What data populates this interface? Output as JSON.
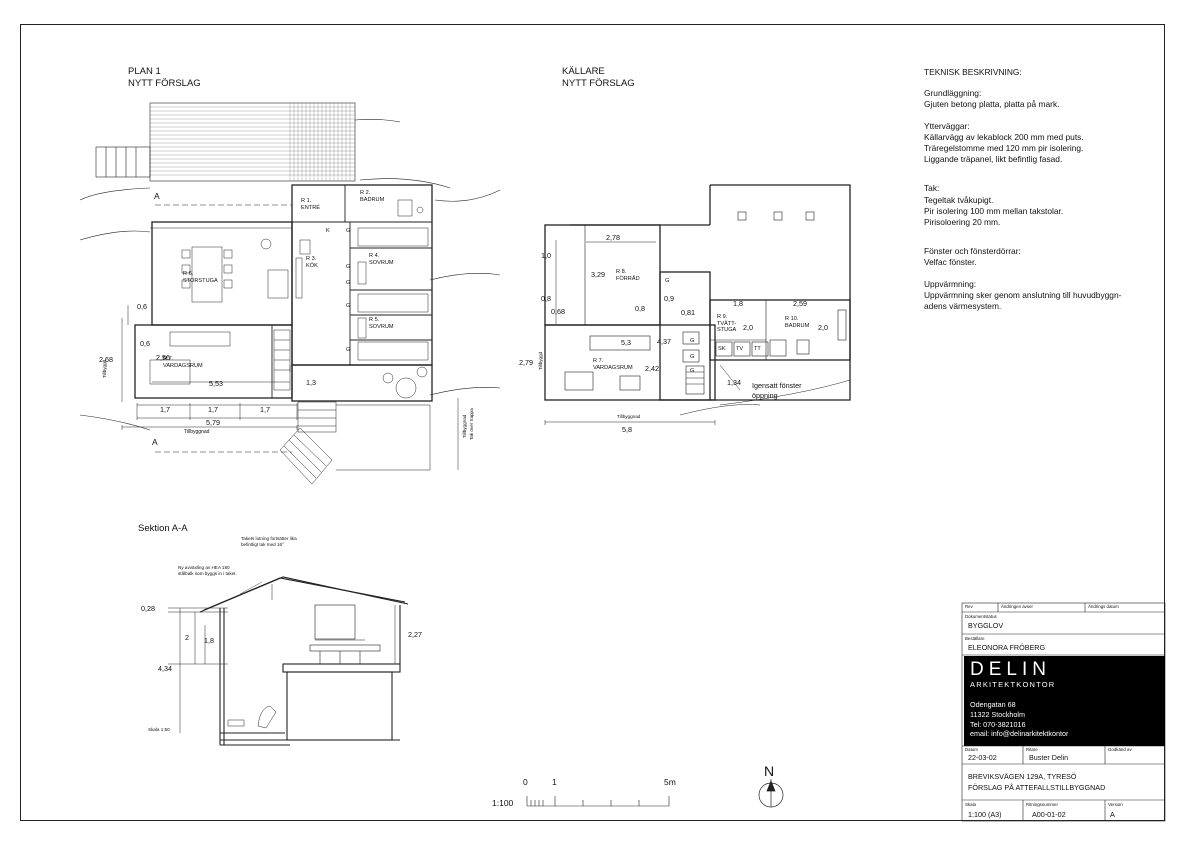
{
  "plan1": {
    "title_line1": "PLAN 1",
    "title_line2": "NYTT FÖRSLAG",
    "rooms": {
      "r1_a": "R 1.",
      "r1_b": "ENTRÉ",
      "r2_a": "R 2.",
      "r2_b": "BADRUM",
      "r3_a": "R 3.",
      "r3_b": "KÖK",
      "r4_a": "R 4.",
      "r4_b": "SOVRUM",
      "r5_a": "R 5.",
      "r5_b": "SOVRUM",
      "r6_a": "R 6.",
      "r6_b": "STORSTUGA",
      "r7_a": "R 7.",
      "r7_b": "VARDAGSRUM"
    },
    "section_marks": [
      "A",
      "A"
    ],
    "dims": {
      "d06a": "0,6",
      "d06b": "0,6",
      "d256": "2,56",
      "d553": "5,53",
      "d268": "2,68",
      "d13": "1,3",
      "d17a": "1,7",
      "d17b": "1,7",
      "d17c": "1,7",
      "d579": "5,79"
    },
    "notes": {
      "tillbyggnad": "Tillbyggnad",
      "tillbyggd": "Tillbyggd",
      "tillbyggnad_trappa": "Tillbyggnad",
      "tillbyggnad_trappa2": "Tak över trappa"
    },
    "marks": {
      "k": "K",
      "g1": "G",
      "g2": "G",
      "g3": "G",
      "g4": "G",
      "g5": "G"
    }
  },
  "kallare": {
    "title_line1": "KÄLLARE",
    "title_line2": "NYTT FÖRSLAG",
    "rooms": {
      "r8_a": "R 8.",
      "r8_b": "FÖRRÅD",
      "r7_a": "R 7.",
      "r7_b": "VARDAGSRUM",
      "r9_a": "R 9.",
      "r9_b": "TVÄTT-",
      "r9_c": "STUGA",
      "r10_a": "R 10.",
      "r10_b": "BADRUM"
    },
    "fixtures": {
      "sk": "SK",
      "tv": "TV",
      "tt": "TT"
    },
    "dims": {
      "d278": "2,78",
      "d10": "1,0",
      "d329": "3,29",
      "d08a": "0,8",
      "d068": "0,68",
      "d08b": "0,8",
      "d09": "0,9",
      "d081": "0,81",
      "d18": "1,8",
      "d259": "2,59",
      "d20a": "2,0",
      "d20b": "2,0",
      "d53": "5,3",
      "d437": "4,37",
      "d279": "2,79",
      "d242": "2,42",
      "d134": "1,34",
      "d58": "5,8"
    },
    "notes": {
      "igensatt_1": "Igensatt fönster",
      "igensatt_2": "öppning",
      "tillbyggnad": "Tillbyggnad",
      "tillbyggd": "Tillbyggd"
    },
    "marks": {
      "g1": "G",
      "g2": "G",
      "g3": "G",
      "g4": "G"
    }
  },
  "section": {
    "title": "Sektion A-A",
    "note1_line1": "Takets lutning fortsätter lika",
    "note1_line2": "befintligt tak med 16°",
    "note2_line1": "Ny avväxling av HEA 180",
    "note2_line2": "stålbalk som byggs in i taket.",
    "dims": {
      "d028": "0,28",
      "d2": "2",
      "d18": "1,8",
      "d434": "4,34",
      "d227": "2,27"
    },
    "scale_note": "Skala 1:50"
  },
  "technical": {
    "heading": "TEKNISK BESKRIVNING:",
    "grund_title": "Grundläggning:",
    "grund_1": "Gjuten betong platta, platta på mark.",
    "ytter_title": "Ytterväggar:",
    "ytter_1": "Källarvägg av lekablock 200 mm med puts.",
    "ytter_2": "Träregelstomme med 120 mm pir isolering.",
    "ytter_3": "Liggande träpanel, likt befintlig fasad.",
    "tak_title": "Tak:",
    "tak_1": "Tegeltak tvåkupigt.",
    "tak_2": "Pir isolering 100 mm mellan takstolar.",
    "tak_3": "Pirisoloering 20 mm.",
    "fonster_title": "Fönster och fönsterdörrar:",
    "fonster_1": "Velfac fönster.",
    "uppv_title": "Uppvärmning:",
    "uppv_1": "Uppvärmning sker genom anslutning till huvudbyggn-",
    "uppv_2": "adens värmesystem."
  },
  "scale_bar": {
    "label_0": "0",
    "label_1": "1",
    "label_5": "5m",
    "ratio": "1:100"
  },
  "north": {
    "label": "N"
  },
  "title_block": {
    "rev_label": "Rev",
    "andringen_label": "Ändringen avser",
    "andrings_datum_label": "Ändrings datum",
    "dokumentstatus_label": "Dokumentstatus",
    "dokumentstatus": "BYGGLOV",
    "bestallare_label": "Beställare",
    "bestallare": "ELEONORA  FRÖBERG",
    "company_name": "DELIN",
    "company_sub": "ARKITEKTKONTOR",
    "address_1": "Odengatan 68",
    "address_2": "11322 Stockholm",
    "tel": "Tel: 070-3821016",
    "email": "email: info@delinarkitektkontor",
    "datum_label": "Datum",
    "datum": "22-03-02",
    "ritare_label": "Ritare",
    "ritare": "Buster Delin",
    "godkand_label": "Godkänd av",
    "project_1": "BREVIKSVÄGEN 129A, TYRESÖ",
    "project_2": "FÖRSLAG PÅ ATTEFALLSTILLBYGGNAD",
    "skala_label": "Skala",
    "skala": "1:100 (A3)",
    "ritningsnummer_label": "Ritningsnummer",
    "ritningsnummer": "A00-01-02",
    "version_label": "Version",
    "version": "A"
  }
}
